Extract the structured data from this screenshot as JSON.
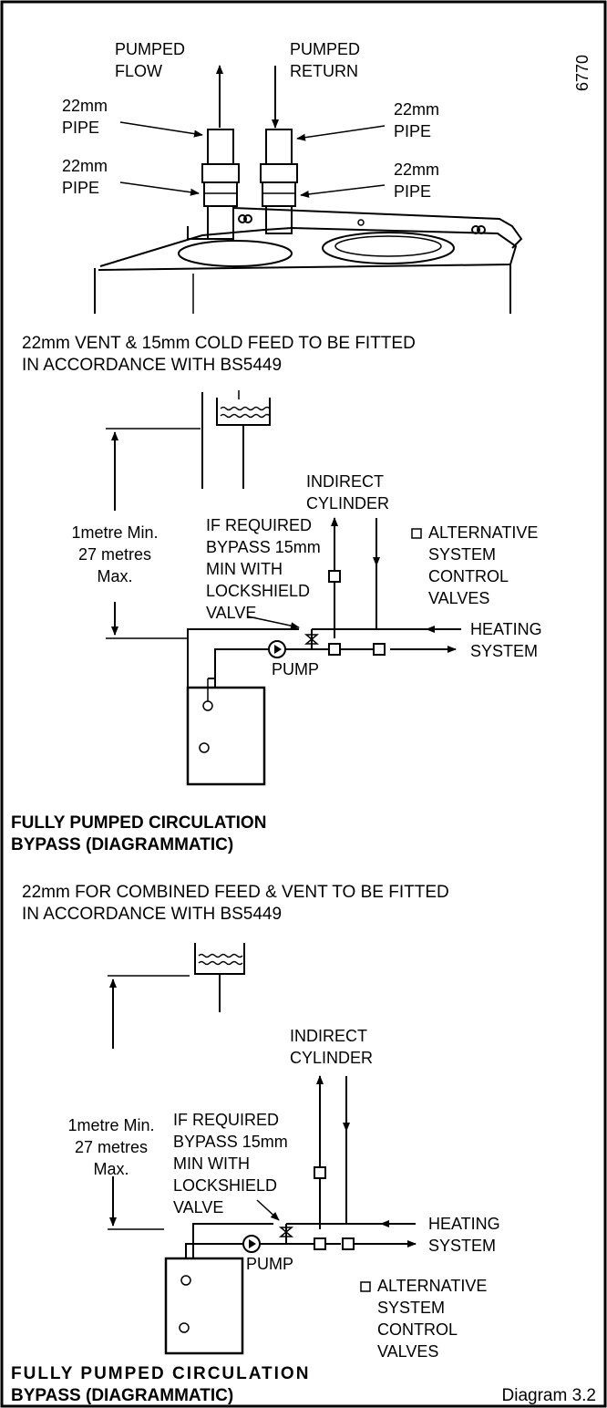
{
  "top": {
    "ref": "6770",
    "pumped_flow": [
      "PUMPED",
      "FLOW"
    ],
    "pumped_return": [
      "PUMPED",
      "RETURN"
    ],
    "pipe_label": [
      "22mm",
      "PIPE"
    ]
  },
  "diagram1": {
    "note": [
      "22mm VENT & 15mm COLD FEED TO BE FITTED",
      "IN ACCORDANCE WITH BS5449"
    ],
    "height": [
      "1metre Min.",
      "27 metres",
      "Max."
    ],
    "cylinder": [
      "INDIRECT",
      "CYLINDER"
    ],
    "bypass": [
      "IF REQUIRED",
      "BYPASS 15mm",
      "MIN WITH",
      "LOCKSHIELD",
      "VALVE"
    ],
    "alt_valves": [
      "ALTERNATIVE",
      "SYSTEM",
      "CONTROL",
      "VALVES"
    ],
    "heating": [
      "HEATING",
      "SYSTEM"
    ],
    "pump": "PUMP",
    "caption": [
      "FULLY PUMPED CIRCULATION",
      "BYPASS (DIAGRAMMATIC)"
    ]
  },
  "diagram2": {
    "note": [
      "22mm FOR COMBINED FEED & VENT TO BE FITTED",
      "IN ACCORDANCE WITH BS5449"
    ],
    "height": [
      "1metre Min.",
      "27 metres",
      "Max."
    ],
    "cylinder": [
      "INDIRECT",
      "CYLINDER"
    ],
    "bypass": [
      "IF REQUIRED",
      "BYPASS 15mm",
      "MIN WITH",
      "LOCKSHIELD",
      "VALVE"
    ],
    "alt_valves": [
      "ALTERNATIVE",
      "SYSTEM",
      "CONTROL",
      "VALVES"
    ],
    "heating": [
      "HEATING",
      "SYSTEM"
    ],
    "pump": "PUMP",
    "caption": [
      "FULLY  PUMPED  CIRCULATION",
      "BYPASS (DIAGRAMMATIC)"
    ]
  },
  "footer": {
    "diagram_number": "Diagram 3.2"
  }
}
